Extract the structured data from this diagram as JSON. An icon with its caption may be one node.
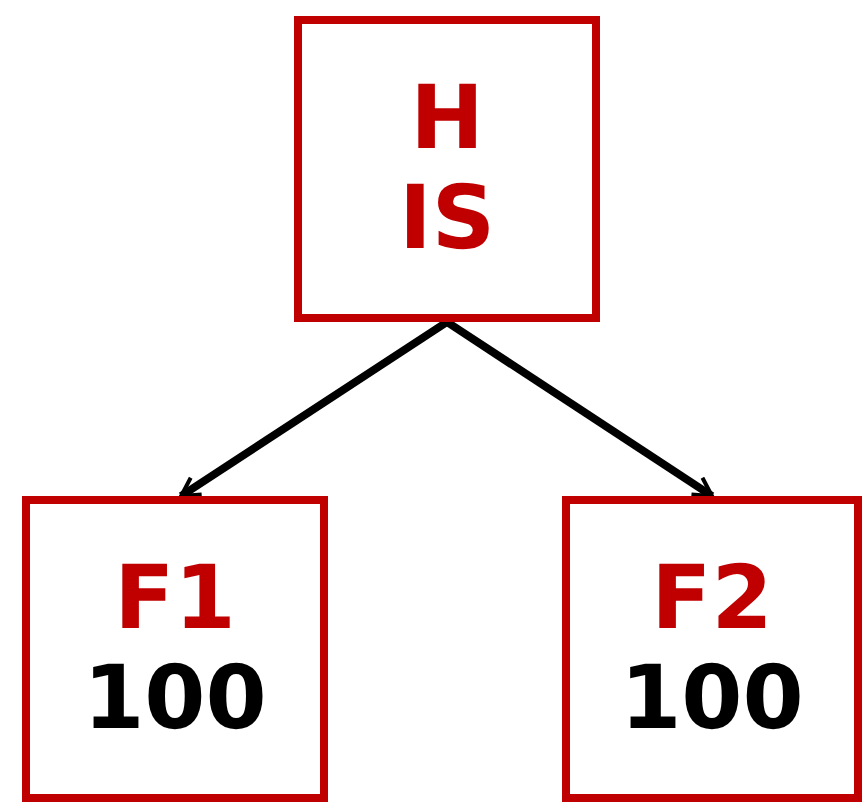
{
  "diagram": {
    "nodes": [
      {
        "text": [
          "H",
          "IS"
        ]
      },
      {
        "text": [
          "F1",
          "100"
        ]
      },
      {
        "text": [
          "F2",
          "100"
        ]
      }
    ],
    "edges": [
      {
        "from": 0,
        "to": 1,
        "arrow": "to"
      },
      {
        "from": 0,
        "to": 2,
        "arrow": "to"
      }
    ]
  }
}
